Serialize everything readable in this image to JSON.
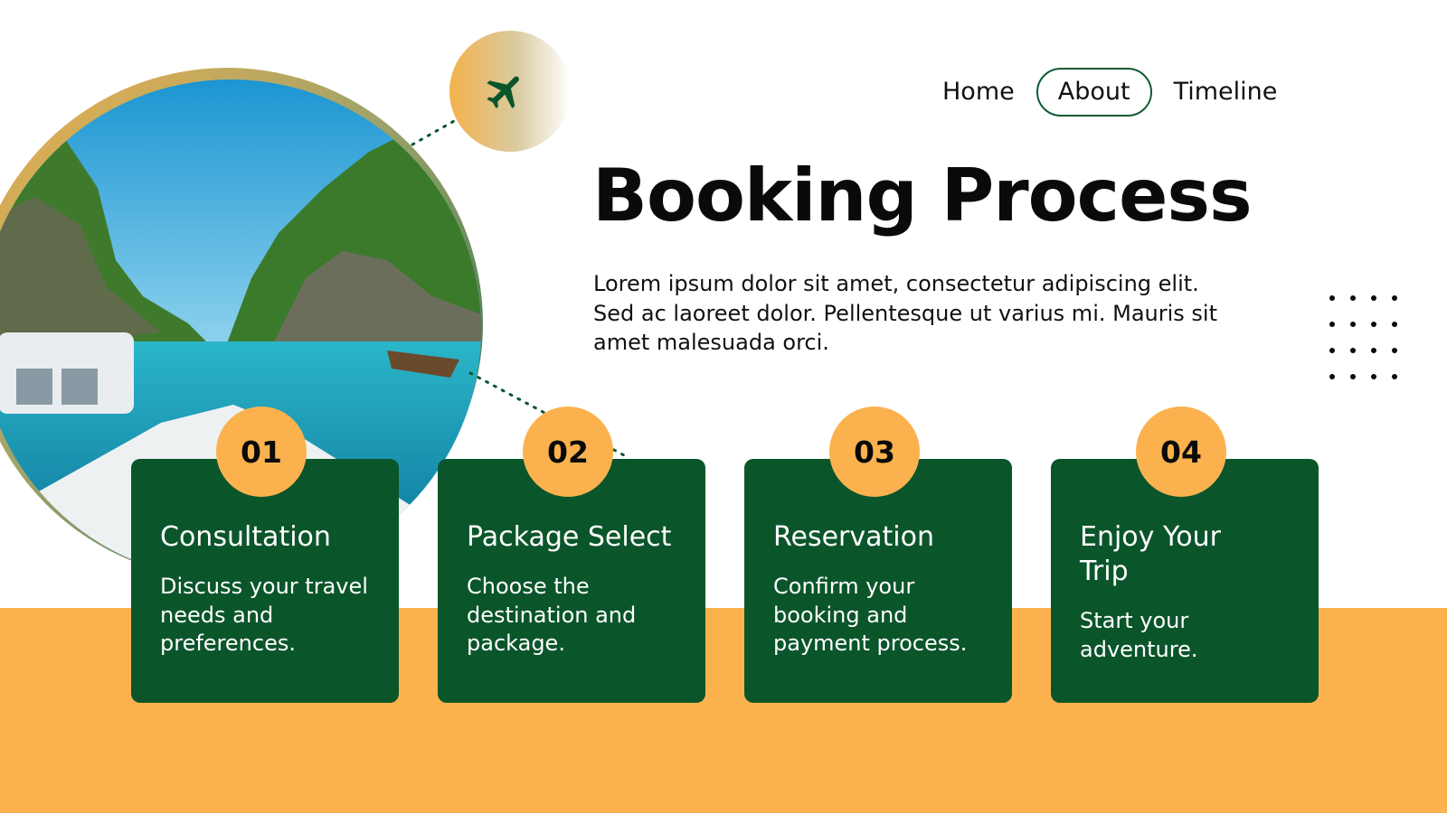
{
  "nav": {
    "items": [
      {
        "label": "Home",
        "active": false
      },
      {
        "label": "About",
        "active": true
      },
      {
        "label": "Timeline",
        "active": false
      }
    ]
  },
  "page": {
    "title": "Booking Process",
    "intro": "Lorem ipsum dolor sit amet, consectetur adipiscing elit. Sed ac laoreet dolor. Pellentesque ut varius mi. Mauris sit amet malesuada orci."
  },
  "steps": [
    {
      "number": "01",
      "title": "Consultation",
      "text": "Discuss your travel needs and preferences."
    },
    {
      "number": "02",
      "title": "Package Select",
      "text": "Choose the destination and package."
    },
    {
      "number": "03",
      "title": "Reservation",
      "text": "Confirm your booking and payment process."
    },
    {
      "number": "04",
      "title": "Enjoy Your Trip",
      "text": "Start your adventure."
    }
  ],
  "icons": {
    "plane": "airplane-icon",
    "decoration": "dot-grid"
  },
  "colors": {
    "primary_green": "#0b552b",
    "accent_orange": "#fbb24e",
    "text": "#0a0a0a",
    "background": "#ffffff"
  }
}
